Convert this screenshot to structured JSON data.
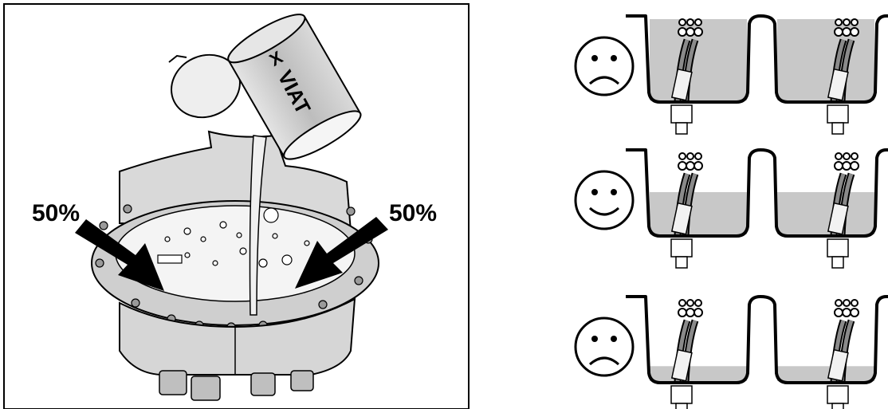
{
  "illustration": {
    "left_label": "50%",
    "right_label": "50%",
    "can_brand": "VIAT",
    "can_mark": "X"
  },
  "fill_levels": [
    {
      "level": 1.0,
      "verdict": "sad-face-icon"
    },
    {
      "level": 0.5,
      "verdict": "smiley-face-icon"
    },
    {
      "level": 0.15,
      "verdict": "sad-face-icon"
    }
  ],
  "colors": {
    "compound": "#c8c8c8",
    "housing": "#d2d2d2",
    "line": "#000000"
  }
}
